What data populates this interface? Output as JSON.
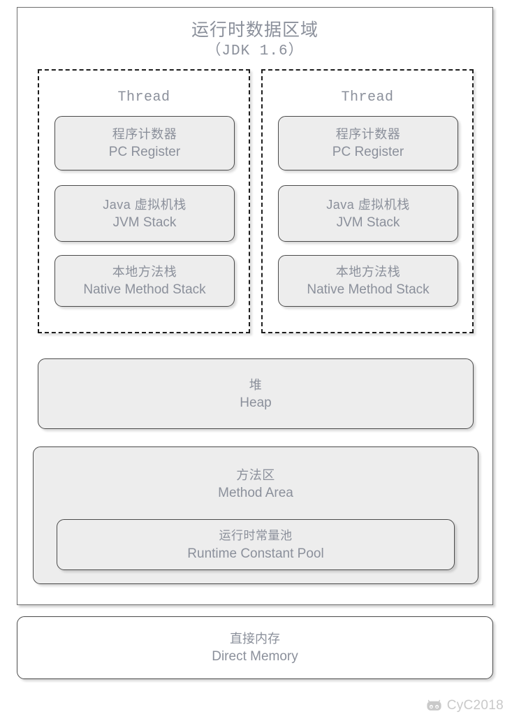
{
  "diagram": {
    "title_cn": "运行时数据区域",
    "title_en": "（JDK 1.6）"
  },
  "threads": [
    {
      "label": "Thread",
      "regions": [
        {
          "cn": "程序计数器",
          "en": "PC Register"
        },
        {
          "cn": "Java 虚拟机栈",
          "en": "JVM Stack"
        },
        {
          "cn": "本地方法栈",
          "en": "Native Method Stack"
        }
      ]
    },
    {
      "label": "Thread",
      "regions": [
        {
          "cn": "程序计数器",
          "en": "PC Register"
        },
        {
          "cn": "Java 虚拟机栈",
          "en": "JVM Stack"
        },
        {
          "cn": "本地方法栈",
          "en": "Native Method Stack"
        }
      ]
    }
  ],
  "heap": {
    "cn": "堆",
    "en": "Heap"
  },
  "method_area": {
    "cn": "方法区",
    "en": "Method Area",
    "runtime_constant_pool": {
      "cn": "运行时常量池",
      "en": "Runtime Constant Pool"
    }
  },
  "direct_memory": {
    "cn": "直接内存",
    "en": "Direct Memory"
  },
  "watermark": {
    "text": "CyC2018",
    "icon": "octocat-icon"
  },
  "colors": {
    "region_fill": "#ededed",
    "region_border": "#4a4a4a",
    "text": "#8b909b",
    "frame_border": "#6d6d6d",
    "thread_dash": "#1d1d1d",
    "watermark": "#c9c9c9"
  }
}
